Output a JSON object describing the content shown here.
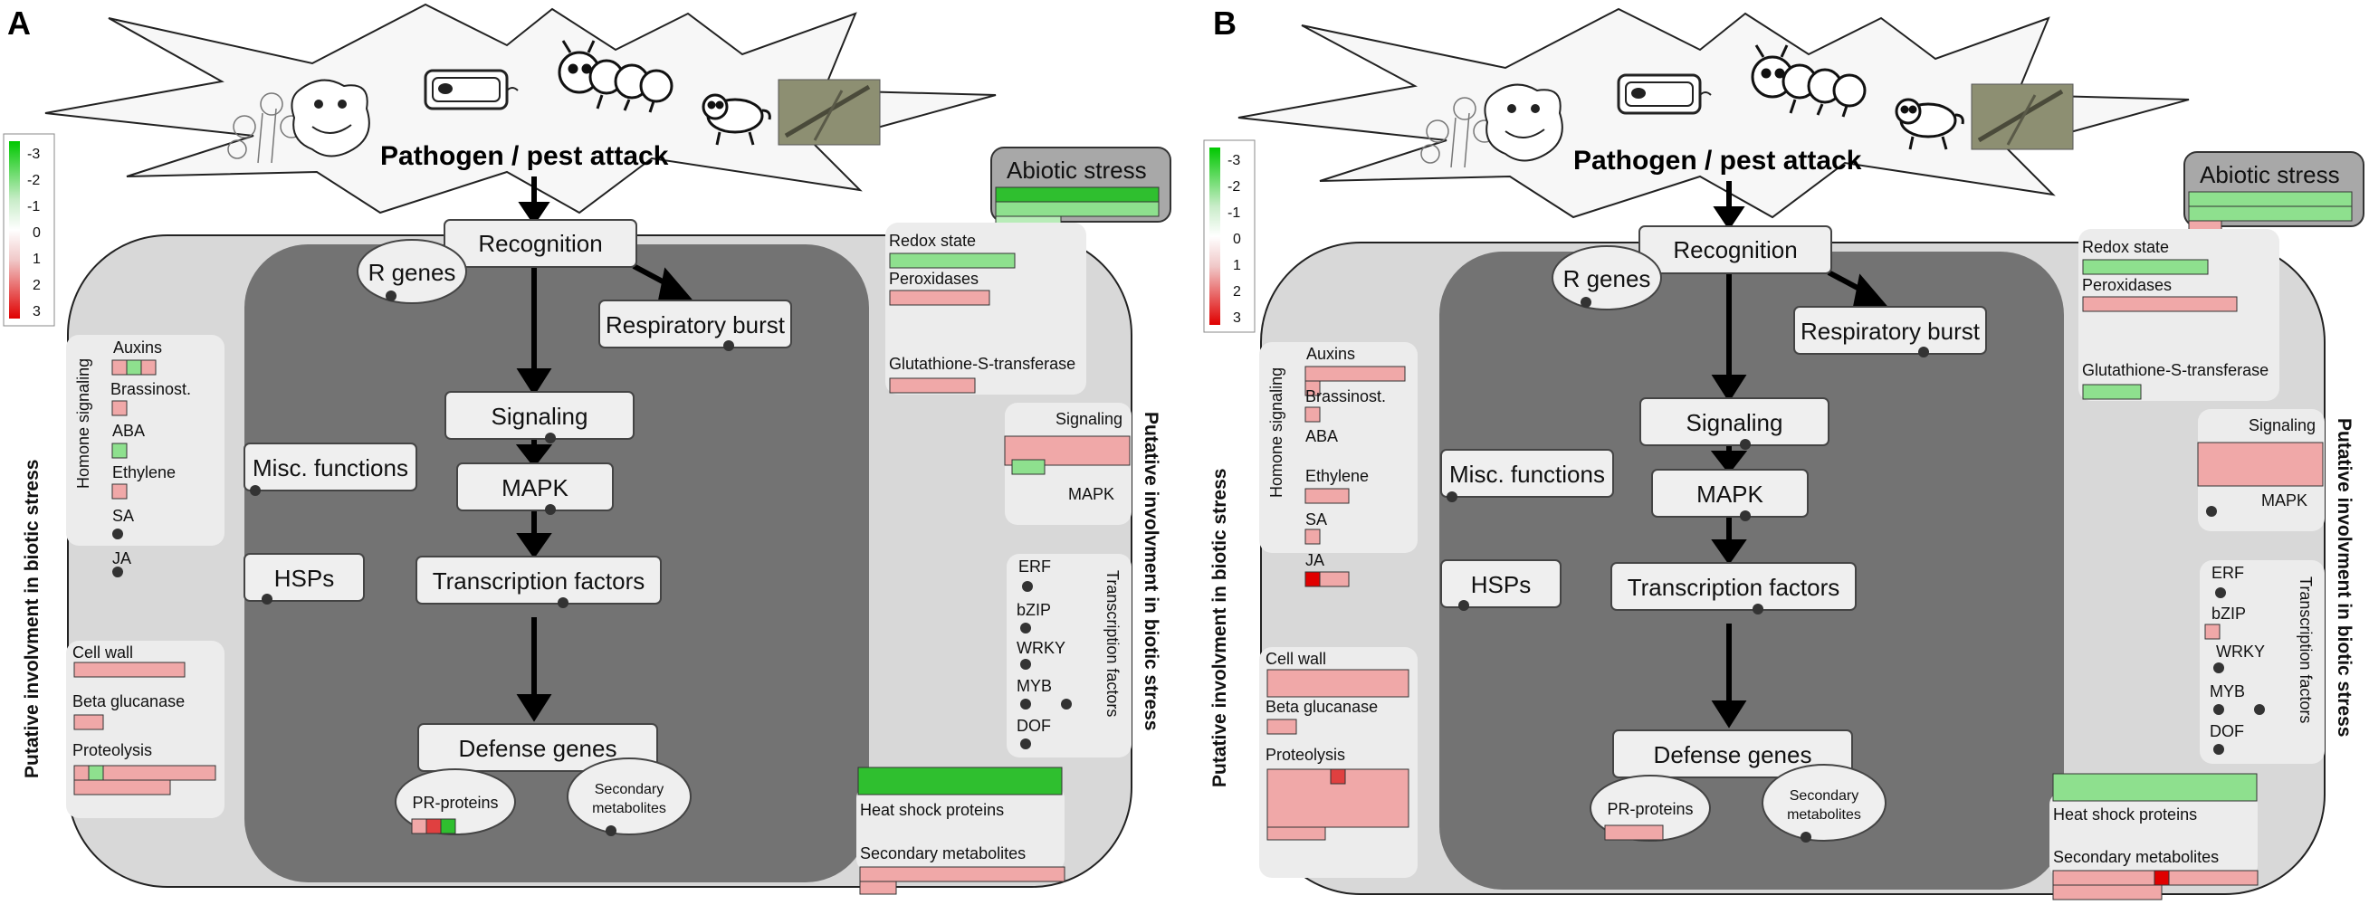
{
  "panels": [
    {
      "letter": "A",
      "attack_label": "Pathogen / pest attack",
      "abiotic_label": "Abiotic stress",
      "nodes": {
        "recognition": "Recognition",
        "r_genes": "R genes",
        "respiratory_burst": "Respiratory burst",
        "signaling": "Signaling",
        "misc_functions": "Misc. functions",
        "mapk": "MAPK",
        "hsps": "HSPs",
        "transcription_factors": "Transcription factors",
        "defense_genes": "Defense genes",
        "pr_proteins": "PR-proteins",
        "secondary_metabolites_line1": "Secondary",
        "secondary_metabolites_line2": "metabolites"
      },
      "hormone": {
        "title": "Homone signaling",
        "items": [
          "Auxins",
          "Brassinost.",
          "ABA",
          "Ethylene",
          "SA",
          "JA"
        ]
      },
      "cell_wall_labels": [
        "Cell wall",
        "Beta glucanase",
        "Proteolysis"
      ],
      "redox_labels": [
        "Redox state",
        "Peroxidases",
        "Glutathione-S-transferase"
      ],
      "signaling_box": {
        "title": "Signaling",
        "mapk": "MAPK"
      },
      "tf_box": {
        "title": "Transcription factors",
        "items": [
          "ERF",
          "bZIP",
          "WRKY",
          "MYB",
          "DOF"
        ]
      },
      "heat_shock_label": "Heat shock proteins",
      "secondary_label": "Secondary metabolites",
      "side_label": "Putative involvment in biotic stress"
    },
    {
      "letter": "B",
      "attack_label": "Pathogen / pest attack",
      "abiotic_label": "Abiotic stress",
      "nodes": {
        "recognition": "Recognition",
        "r_genes": "R genes",
        "respiratory_burst": "Respiratory burst",
        "signaling": "Signaling",
        "misc_functions": "Misc. functions",
        "mapk": "MAPK",
        "hsps": "HSPs",
        "transcription_factors": "Transcription factors",
        "defense_genes": "Defense genes",
        "pr_proteins": "PR-proteins",
        "secondary_metabolites_line1": "Secondary",
        "secondary_metabolites_line2": "metabolites"
      },
      "hormone": {
        "title": "Homone signaling",
        "items": [
          "Auxins",
          "Brassinost.",
          "ABA",
          "Ethylene",
          "SA",
          "JA"
        ]
      },
      "cell_wall_labels": [
        "Cell wall",
        "Beta glucanase",
        "Proteolysis"
      ],
      "redox_labels": [
        "Redox state",
        "Peroxidases",
        "Glutathione-S-transferase"
      ],
      "signaling_box": {
        "title": "Signaling",
        "mapk": "MAPK"
      },
      "tf_box": {
        "title": "Transcription factors",
        "items": [
          "ERF",
          "bZIP",
          "WRKY",
          "MYB",
          "DOF"
        ]
      },
      "heat_shock_label": "Heat shock proteins",
      "secondary_label": "Secondary metabolites",
      "side_label": "Putative involvment in biotic stress"
    }
  ],
  "color_scale": {
    "ticks": [
      "-3",
      "-2",
      "-1",
      "0",
      "1",
      "2",
      "3"
    ],
    "colors": {
      "neg3": "#00c800",
      "neg1": "#c8ecc8",
      "zero": "#ffffff",
      "pos1": "#f0c8c8",
      "pos3": "#e00000"
    }
  },
  "icons": [
    "plant-sketch-icon",
    "monster-face-icon",
    "bacterium-icon",
    "caterpillar-icon",
    "bug-creature-icon",
    "insect-photo-icon"
  ],
  "colors": {
    "outer_box": "#d8d8d8",
    "inner_box": "#737373",
    "node_fill": "#efefef",
    "sub_box": "#ececec",
    "abiotic_box": "#a8a8a8",
    "gene_green": "#8ee08e",
    "gene_red": "#f0a8a8"
  }
}
